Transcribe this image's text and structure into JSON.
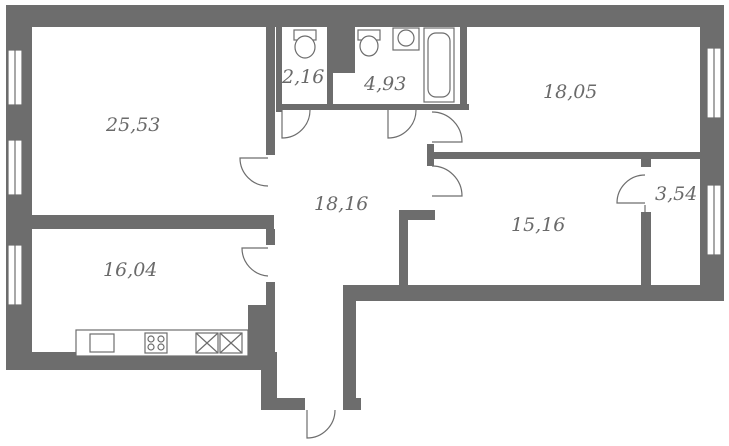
{
  "plan": {
    "rooms": [
      {
        "id": "living-room",
        "area": "25,53"
      },
      {
        "id": "bedroom-east",
        "area": "18,05"
      },
      {
        "id": "hall",
        "area": "18,16"
      },
      {
        "id": "kitchen",
        "area": "16,04"
      },
      {
        "id": "bedroom-middle",
        "area": "15,16"
      },
      {
        "id": "wc",
        "area": "2,16"
      },
      {
        "id": "bathroom",
        "area": "4,93"
      },
      {
        "id": "closet",
        "area": "3,54"
      }
    ]
  }
}
